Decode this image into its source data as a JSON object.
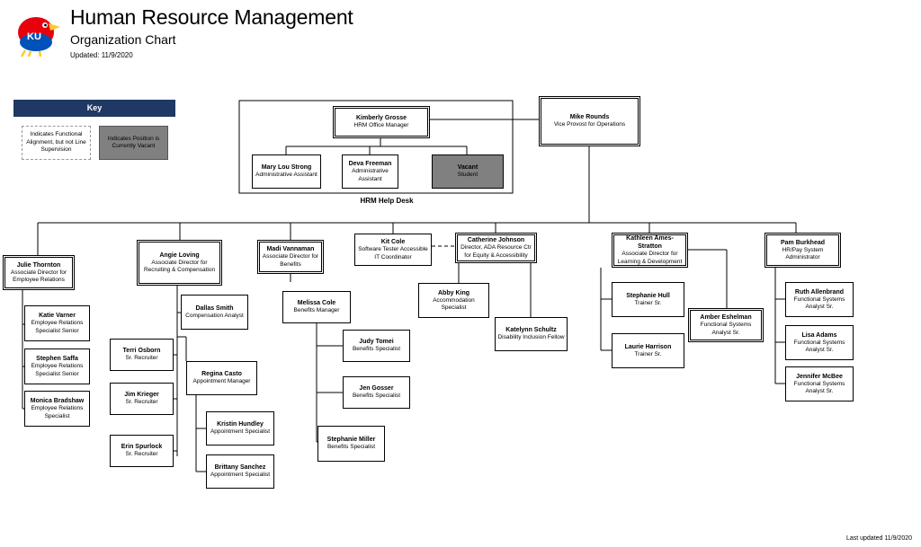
{
  "header": {
    "title": "Human Resource Management",
    "subtitle": "Organization Chart",
    "updated": "Updated: 11/9/2020"
  },
  "logo": {
    "text": "KU",
    "icon": "jayhawk-logo"
  },
  "key": {
    "title": "Key",
    "dotted_label": "Indicates Functional Alignment, but not Line Supervision",
    "vacant_label": "Indicates Position is Currently Vacant"
  },
  "help_desk_label": "HRM Help Desk",
  "footer": "Last updated 11/9/2020",
  "colors": {
    "key_header": "#1f3864",
    "vacant_fill": "#808080",
    "line": "#000000"
  },
  "nodes": {
    "mike": {
      "name": "Mike Rounds",
      "title": "Vice Provost for Operations"
    },
    "kimberly": {
      "name": "Kimberly Grosse",
      "title": "HRM Office Manager"
    },
    "marylou": {
      "name": "Mary Lou Strong",
      "title": "Administrative Assistant"
    },
    "deva": {
      "name": "Deva Freeman",
      "title": "Administrative Assistant"
    },
    "vacant": {
      "name": "Vacant",
      "title": "Student"
    },
    "julie": {
      "name": "Julie Thornton",
      "title": "Associate Director for Employee Relations"
    },
    "katie": {
      "name": "Katie Varner",
      "title": "Employee Relations Specialist Senior"
    },
    "stephen": {
      "name": "Stephen Saffa",
      "title": "Employee Relations Specialist Senior"
    },
    "monica": {
      "name": "Monica Bradshaw",
      "title": "Employee Relations Specialist"
    },
    "angie": {
      "name": "Angie Loving",
      "title": "Associate Director for Recruiting & Compensation"
    },
    "dallas": {
      "name": "Dallas Smith",
      "title": "Compensation Analyst"
    },
    "terri": {
      "name": "Terri Osborn",
      "title": "Sr. Recruiter"
    },
    "jim": {
      "name": "Jim Krieger",
      "title": "Sr. Recruiter"
    },
    "erin": {
      "name": "Erin Spurlock",
      "title": "Sr. Recruiter"
    },
    "regina": {
      "name": "Regina Casto",
      "title": "Appointment Manager"
    },
    "kristin": {
      "name": "Kristin Hundley",
      "title": "Appointment Specialist"
    },
    "brittany": {
      "name": "Brittany Sanchez",
      "title": "Appointment Specialist"
    },
    "madi": {
      "name": "Madi Vannaman",
      "title": "Associate Director for Benefits"
    },
    "melissa": {
      "name": "Melissa Cole",
      "title": "Benefits Manager"
    },
    "judy": {
      "name": "Judy Tomei",
      "title": "Benefits Specialist"
    },
    "jen": {
      "name": "Jen Gosser",
      "title": "Benefits Specialist"
    },
    "stephanieM": {
      "name": "Stephanie Miller",
      "title": "Benefits Specialist"
    },
    "kit": {
      "name": "Kit Cole",
      "title": "Software Tester Accessible IT Coordinator"
    },
    "catherine": {
      "name": "Catherine Johnson",
      "title": "Director, ADA Resource Ctr for Equity & Accessibility"
    },
    "abby": {
      "name": "Abby King",
      "title": "Accommodation Specialist"
    },
    "katelynn": {
      "name": "Katelynn Schultz",
      "title": "Disability Inclusion Fellow"
    },
    "kathleen": {
      "name": "Kathleen Ames-Stratton",
      "title": "Associate Director for Learning & Development"
    },
    "stephanieH": {
      "name": "Stephanie Hull",
      "title": "Trainer Sr."
    },
    "laurie": {
      "name": "Laurie Harrison",
      "title": "Trainer Sr."
    },
    "amber": {
      "name": "Amber Eshelman",
      "title": "Functional Systems Analyst Sr."
    },
    "pam": {
      "name": "Pam Burkhead",
      "title": "HR/Pay System Administrator"
    },
    "ruth": {
      "name": "Ruth Allenbrand",
      "title": "Functional Systems Analyst Sr."
    },
    "lisa": {
      "name": "Lisa Adams",
      "title": "Functional Systems Analyst Sr."
    },
    "jennifer": {
      "name": "Jennifer McBee",
      "title": "Functional Systems Analyst Sr."
    }
  }
}
